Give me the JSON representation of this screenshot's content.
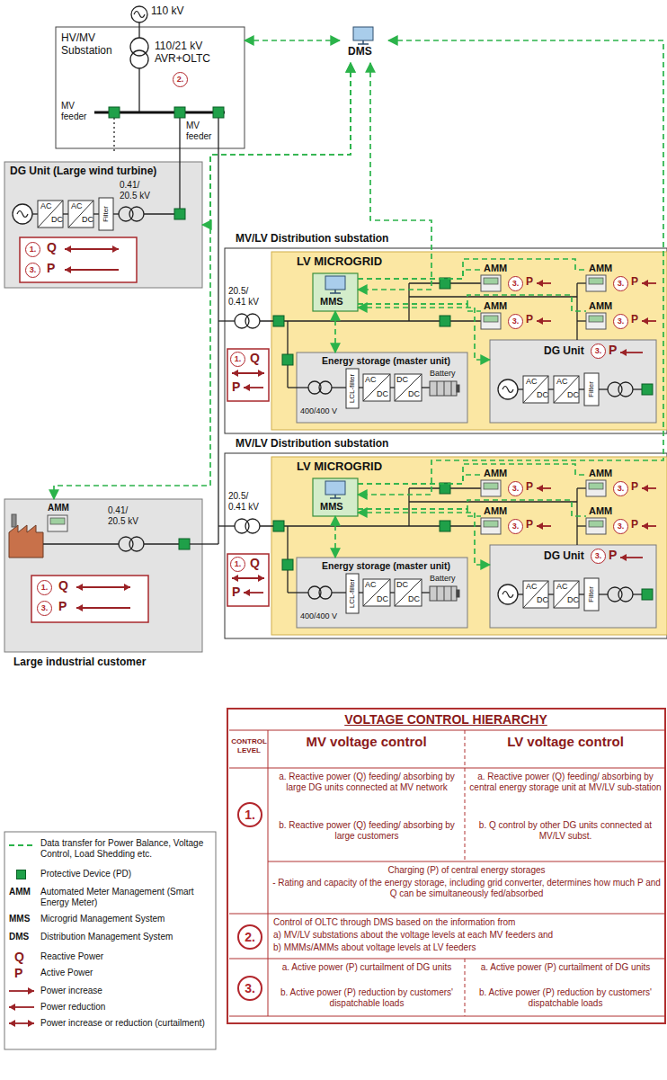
{
  "diagram": {
    "nodes": [
      {
        "text": [
          "HV/MV Substation"
        ]
      },
      {
        "text": [
          "DMS"
        ]
      },
      {
        "text": [
          "DG Unit (Large wind turbine)"
        ]
      },
      {
        "text": [
          "1.",
          "Q",
          "3.",
          "P"
        ],
        "in": 2
      },
      {
        "text": [
          "MV/LV Distribution substation"
        ]
      },
      {
        "text": [
          "LV MICROGRID"
        ],
        "in": 4
      },
      {
        "text": [
          "MMS"
        ],
        "in": 5
      },
      {
        "text": [
          "AMM",
          "3.",
          "P"
        ],
        "in": 5
      },
      {
        "text": [
          "AMM",
          "3.",
          "P"
        ],
        "in": 5
      },
      {
        "text": [
          "AMM",
          "3.",
          "P"
        ],
        "in": 5
      },
      {
        "text": [
          "AMM",
          "3.",
          "P"
        ],
        "in": 5
      },
      {
        "text": [
          "Energy storage (master unit)"
        ],
        "in": 5
      },
      {
        "text": [
          "DG Unit",
          "3.",
          "P"
        ],
        "in": 5
      },
      {
        "text": [
          "1.",
          "Q",
          "P"
        ],
        "in": 4
      },
      {
        "text": [
          "MV/LV Distribution substation"
        ]
      },
      {
        "text": [
          "LV MICROGRID"
        ],
        "in": 14
      },
      {
        "text": [
          "MMS"
        ],
        "in": 15
      },
      {
        "text": [
          "AMM",
          "3.",
          "P"
        ],
        "in": 15
      },
      {
        "text": [
          "AMM",
          "3.",
          "P"
        ],
        "in": 15
      },
      {
        "text": [
          "AMM",
          "3.",
          "P"
        ],
        "in": 15
      },
      {
        "text": [
          "AMM",
          "3.",
          "P"
        ],
        "in": 15
      },
      {
        "text": [
          "Energy storage (master unit)"
        ],
        "in": 15
      },
      {
        "text": [
          "DG Unit",
          "3.",
          "P"
        ],
        "in": 15
      },
      {
        "text": [
          "1.",
          "Q",
          "P"
        ],
        "in": 14
      },
      {
        "text": [
          "AMM",
          "Large industrial customer"
        ]
      },
      {
        "text": [
          "1.",
          "Q",
          "3.",
          "P"
        ],
        "in": 24
      },
      {
        "text": [
          "VOLTAGE CONTROL HIERARCHY"
        ]
      }
    ],
    "edges": [
      {
        "from": 1,
        "to": 0,
        "arrow": "both"
      },
      {
        "from": 1,
        "to": 2,
        "arrow": "both"
      },
      {
        "from": 1,
        "to": 6,
        "arrow": "both"
      },
      {
        "from": 1,
        "to": 16,
        "arrow": "both"
      },
      {
        "from": 1,
        "to": 24,
        "arrow": "both"
      },
      {
        "from": 6,
        "to": 7,
        "arrow": "none"
      },
      {
        "from": 6,
        "to": 8,
        "arrow": "none"
      },
      {
        "from": 6,
        "to": 9,
        "arrow": "none"
      },
      {
        "from": 6,
        "to": 10,
        "arrow": "none"
      },
      {
        "from": 6,
        "to": 11,
        "arrow": "both"
      },
      {
        "from": 6,
        "to": 12,
        "arrow": "both"
      },
      {
        "from": 16,
        "to": 17,
        "arrow": "none"
      },
      {
        "from": 16,
        "to": 18,
        "arrow": "none"
      },
      {
        "from": 16,
        "to": 19,
        "arrow": "none"
      },
      {
        "from": 16,
        "to": 20,
        "arrow": "none"
      },
      {
        "from": 16,
        "to": 21,
        "arrow": "both"
      },
      {
        "from": 16,
        "to": 22,
        "arrow": "both"
      }
    ],
    "labels": [
      "110 kV",
      "110/21 kV AVR+OLTC",
      "2.",
      "MV feeder",
      "MV feeder",
      "AC",
      "DC",
      "AC",
      "DC",
      "Filter",
      "0.41/ 20.5 kV",
      "20.5/ 0.41 kV",
      "400/400 V",
      "LCL-filter",
      "AC",
      "DC",
      "DC",
      "DC",
      "Battery",
      "AC",
      "DC",
      "AC",
      "DC",
      "Filter",
      "20.5/ 0.41 kV",
      "400/400 V",
      "LCL-filter",
      "AC",
      "DC",
      "DC",
      "DC",
      "Battery",
      "AC",
      "DC",
      "AC",
      "DC",
      "Filter",
      "0.41/ 20.5 kV",
      "CONTROL LEVEL",
      "MV voltage control",
      "LV voltage control",
      "1.",
      "a. Reactive power (Q) feeding/ absorbing by large DG units connected at MV network",
      "b. Reactive power (Q) feeding/ absorbing by large customers",
      "a. Reactive power (Q) feeding/ absorbing by central energy storage unit at MV/LV sub-station",
      "b. Q control by other DG units connected at MV/LV subst.",
      "Charging (P) of central energy storages",
      "- Rating and capacity of the energy storage, including grid converter, determines how much P and Q can be simultaneously fed/absorbed",
      "2.",
      "Control of OLTC through DMS based on the information from",
      "a) MV/LV substations about the voltage levels at each MV feeders and",
      "b) MMMs/AMMs about voltage levels at LV feeders",
      "3.",
      "a. Active power (P) curtailment of DG units",
      "b. Active power (P) reduction by customers' dispatchable loads",
      "a. Active power (P) curtailment of DG units",
      "b. Active power (P) reduction by customers' dispatchable loads",
      "AMM",
      "MMS",
      "DMS",
      "Q",
      "P"
    ],
    "legend": [
      {
        "text": "Data transfer for Power Balance, Voltage Control, Load Shedding etc."
      },
      {
        "text": "Protective Device (PD)",
        "color": "#1fa049"
      },
      {
        "text": "Automated Meter Management (Smart Energy Meter)"
      },
      {
        "text": "Microgrid Management System"
      },
      {
        "text": "Distribution Management System"
      },
      {
        "text": "Reactive Power"
      },
      {
        "text": "Active Power"
      },
      {
        "text": "Power increase"
      },
      {
        "text": "Power reduction"
      },
      {
        "text": "Power increase or reduction (curtailment)"
      }
    ]
  }
}
